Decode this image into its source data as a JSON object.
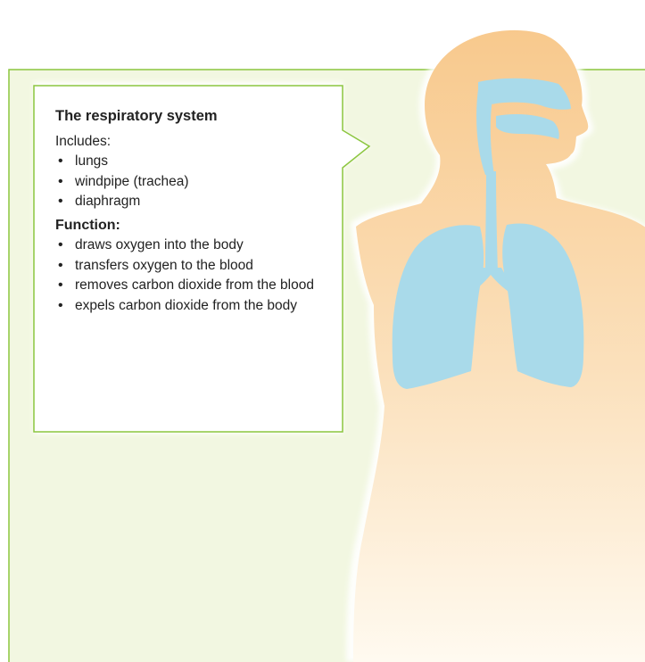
{
  "callout": {
    "title": "The respiratory system",
    "includes_label": "Includes:",
    "includes_items": [
      "lungs",
      "windpipe (trachea)",
      "diaphragm"
    ],
    "function_label": "Function:",
    "function_items": [
      "draws oxygen into the body",
      "transfers oxygen to the blood",
      "removes carbon dioxide from the blood",
      "expels carbon dioxide from the body"
    ]
  },
  "colors": {
    "panel_border": "#8cc63f",
    "panel_fill": "#f2f7e1",
    "callout_fill": "#ffffff",
    "body_top": "#f8c98d",
    "body_bottom": "#fffaf0",
    "organs": "#a9daea",
    "text": "#222222"
  }
}
